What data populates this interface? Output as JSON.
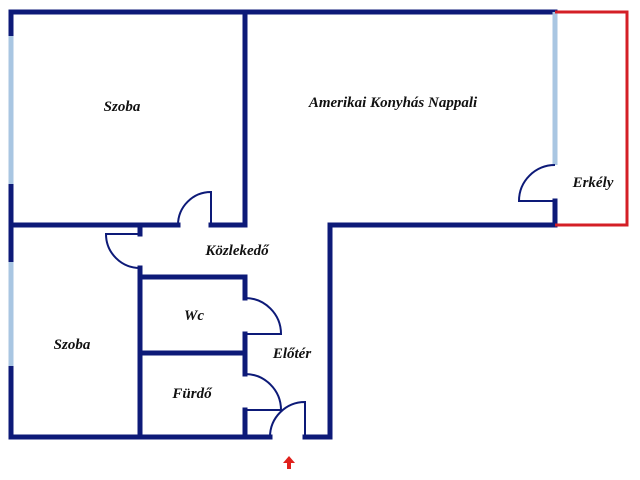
{
  "rooms": {
    "szoba_top": "Szoba",
    "nappali": "Amerikai Konyhás Nappali",
    "erkely": "Erkély",
    "kozlekedo": "Közlekedő",
    "szoba_bottom": "Szoba",
    "wc": "Wc",
    "eloter": "Előtér",
    "furdo": "Fürdő"
  },
  "colors": {
    "wall": "#0d1a78",
    "window": "#a9c6e2",
    "balcony": "#d41f26",
    "entrance_arrow": "#e0211c"
  },
  "icons": {
    "entrance": "up-arrow-icon"
  }
}
